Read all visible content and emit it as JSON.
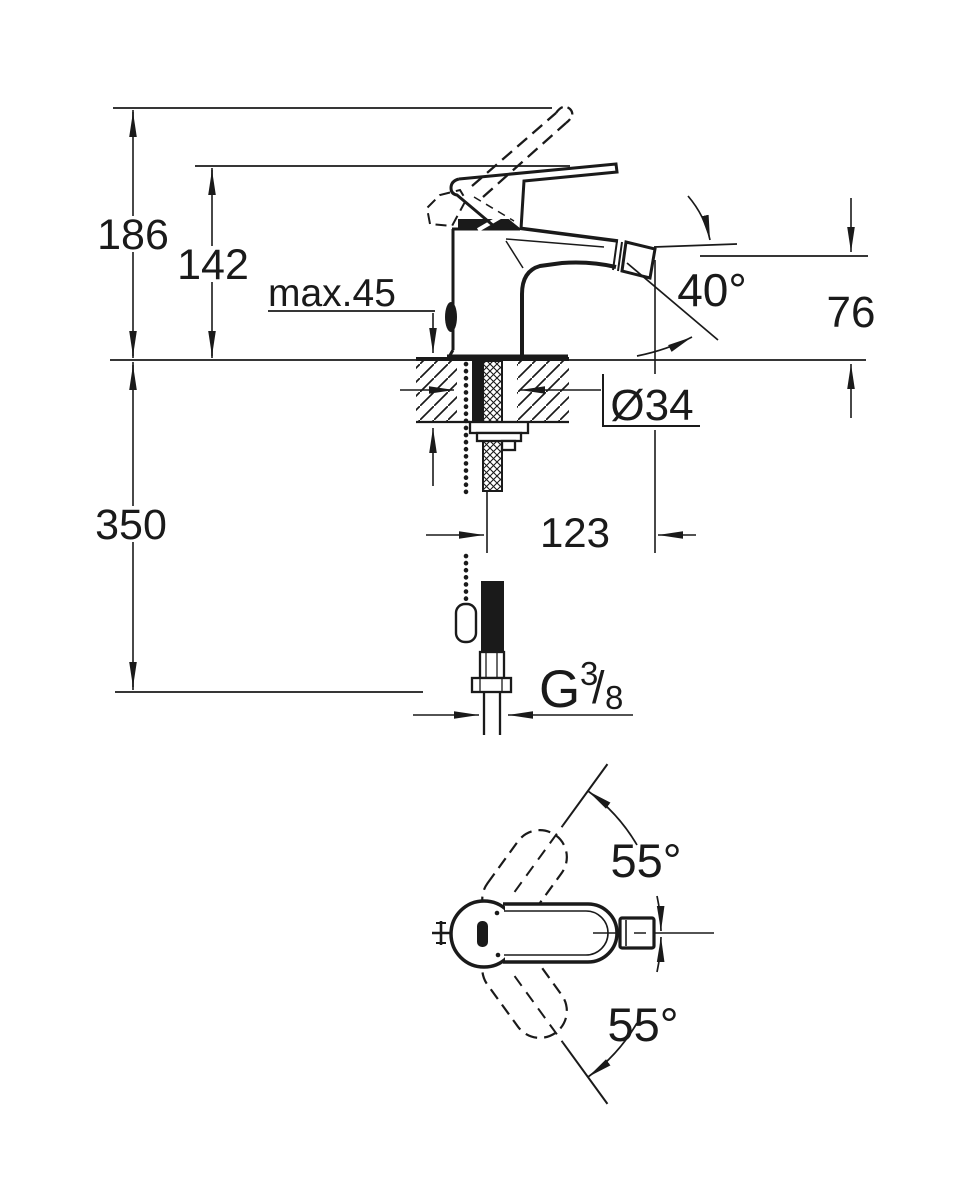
{
  "drawing": {
    "colors": {
      "line": "#1a1a1a",
      "background": "#ffffff"
    },
    "front_view": {
      "dim_total_height": "186",
      "dim_body_height": "142",
      "dim_max_mounting_thickness": "max.45",
      "dim_spout_angle": "40°",
      "dim_outlet_height": "76",
      "dim_hole_diameter": "Ø34",
      "dim_hose_length": "350",
      "dim_spout_reach": "123",
      "thread": {
        "prefix": "G",
        "numerator": "3",
        "slash": "/",
        "denominator": "8"
      }
    },
    "top_view": {
      "dim_swivel_upper": "55°",
      "dim_swivel_lower": "55°"
    }
  }
}
